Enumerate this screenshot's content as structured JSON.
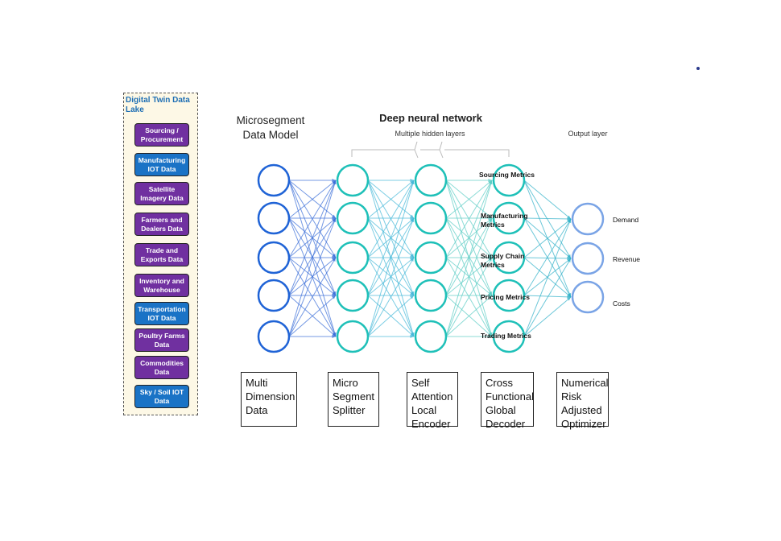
{
  "data_lake": {
    "title": "Digital Twin Data Lake",
    "sources": [
      {
        "label": "Sourcing / Procurement",
        "color": "#7030a0"
      },
      {
        "label": "Manufacturing IOT Data",
        "color": "#1a73c6"
      },
      {
        "label": "Satellite Imagery Data",
        "color": "#7030a0"
      },
      {
        "label": "Farmers and Dealers Data",
        "color": "#7030a0"
      },
      {
        "label": "Trade and Exports Data",
        "color": "#7030a0"
      },
      {
        "label": "Inventory and Warehouse",
        "color": "#7030a0"
      },
      {
        "label": "Transportation IOT Data",
        "color": "#1a73c6"
      },
      {
        "label": "Poultry Farms Data",
        "color": "#7030a0"
      },
      {
        "label": "Commodities Data",
        "color": "#7030a0"
      },
      {
        "label": "Sky / Soil IOT Data",
        "color": "#1a73c6"
      }
    ]
  },
  "headings": {
    "microsegment": "Microsegment Data Model",
    "deep_network": "Deep neural network",
    "hidden_layers": "Multiple hidden layers",
    "output_layer": "Output layer"
  },
  "metrics": [
    "Sourcing Metrics",
    "Manufacturing Metrics",
    "Supply Chain Metrics",
    "Pricing Metrics",
    "Trading Metrics"
  ],
  "outputs": [
    "Demand",
    "Revenue",
    "Costs"
  ],
  "steps": [
    "Multi Dimension Data",
    "Micro Segment Splitter",
    "Self Attention Local Encoder",
    "Cross Functional Global Decoder",
    "Numerical Risk Adjusted Optimizer"
  ],
  "colors": {
    "input_node": "#1f63d6",
    "hidden_node": "#1ec0b8",
    "output_node": "#7aa4e6",
    "lake_title": "#1f6fb4"
  }
}
